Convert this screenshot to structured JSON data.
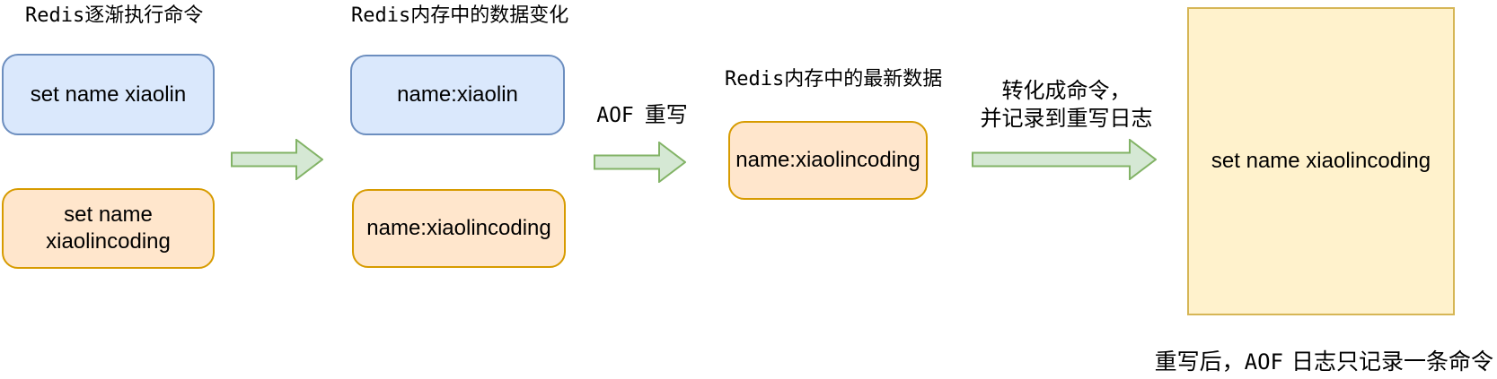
{
  "colors": {
    "background": "#ffffff",
    "text": "#000000",
    "box_blue_fill": "#dae8fc",
    "box_blue_border": "#6c8ebf",
    "box_orange_fill": "#ffe6cc",
    "box_orange_border": "#d79b00",
    "box_yellow_fill": "#fff2cc",
    "box_yellow_border": "#d6b656",
    "arrow_fill": "#d5e8d4",
    "arrow_border": "#82b366"
  },
  "stage1": {
    "title_mono": "Redis",
    "title_text": "逐渐执行命令",
    "box_blue_label": "set name xiaolin",
    "box_orange_label": "set name xiaolincoding"
  },
  "stage2": {
    "title_mono": "Redis",
    "title_text": "内存中的数据变化",
    "box_blue_label": "name:xiaolin",
    "box_orange_label": "name:xiaolincoding"
  },
  "stage3": {
    "title_mono": "Redis",
    "title_text": "内存中的最新数据",
    "box_orange_label": "name:xiaolincoding"
  },
  "stage4": {
    "box_yellow_label": "set name xiaolincoding"
  },
  "flows": {
    "aof_rewrite": {
      "label_mono": "AOF",
      "label_text": "重写"
    },
    "convert": {
      "label_line1": "转化成命令，",
      "label_line2": "并记录到重写日志"
    }
  },
  "caption": {
    "pre": "重写后，",
    "mono": "AOF",
    "post": "日志只记录一条命令"
  }
}
